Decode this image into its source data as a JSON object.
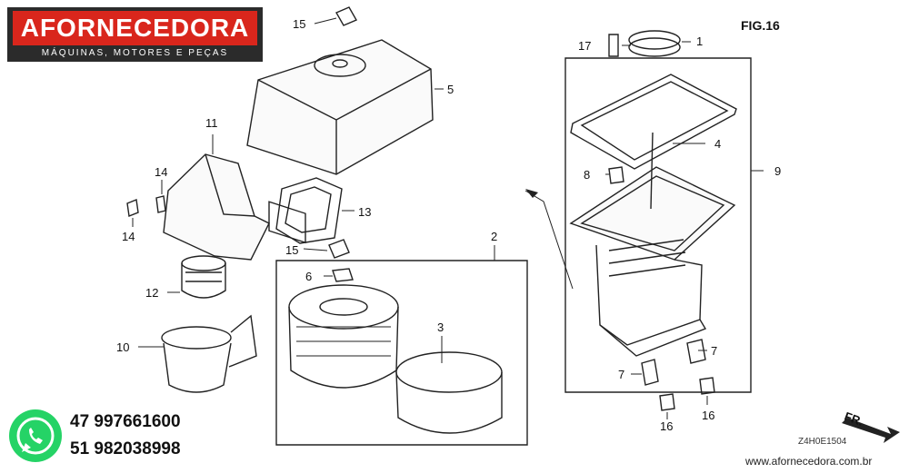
{
  "brand": {
    "name": "AFORNECEDORA",
    "tagline": "MÁQUINAS, MOTORES E PEÇAS"
  },
  "figure": {
    "label": "FIG.16",
    "code": "Z4H0E1504",
    "direction": "FR."
  },
  "contact": {
    "phone1": "47 997661600",
    "phone2": "51 982038998",
    "website": "www.afornecedora.com.br"
  },
  "callouts": {
    "c1": "1",
    "c2": "2",
    "c3": "3",
    "c4": "4",
    "c5": "5",
    "c6": "6",
    "c7a": "7",
    "c7b": "7",
    "c8": "8",
    "c9": "9",
    "c10": "10",
    "c11": "11",
    "c12": "12",
    "c13": "13",
    "c14a": "14",
    "c14b": "14",
    "c15a": "15",
    "c15b": "15",
    "c16a": "16",
    "c16b": "16",
    "c17": "17"
  },
  "colors": {
    "brand_red": "#d9261c",
    "logo_dark": "#2b2b2b",
    "whatsapp_green": "#25d366"
  },
  "icons": {
    "contact": "whatsapp-icon"
  }
}
